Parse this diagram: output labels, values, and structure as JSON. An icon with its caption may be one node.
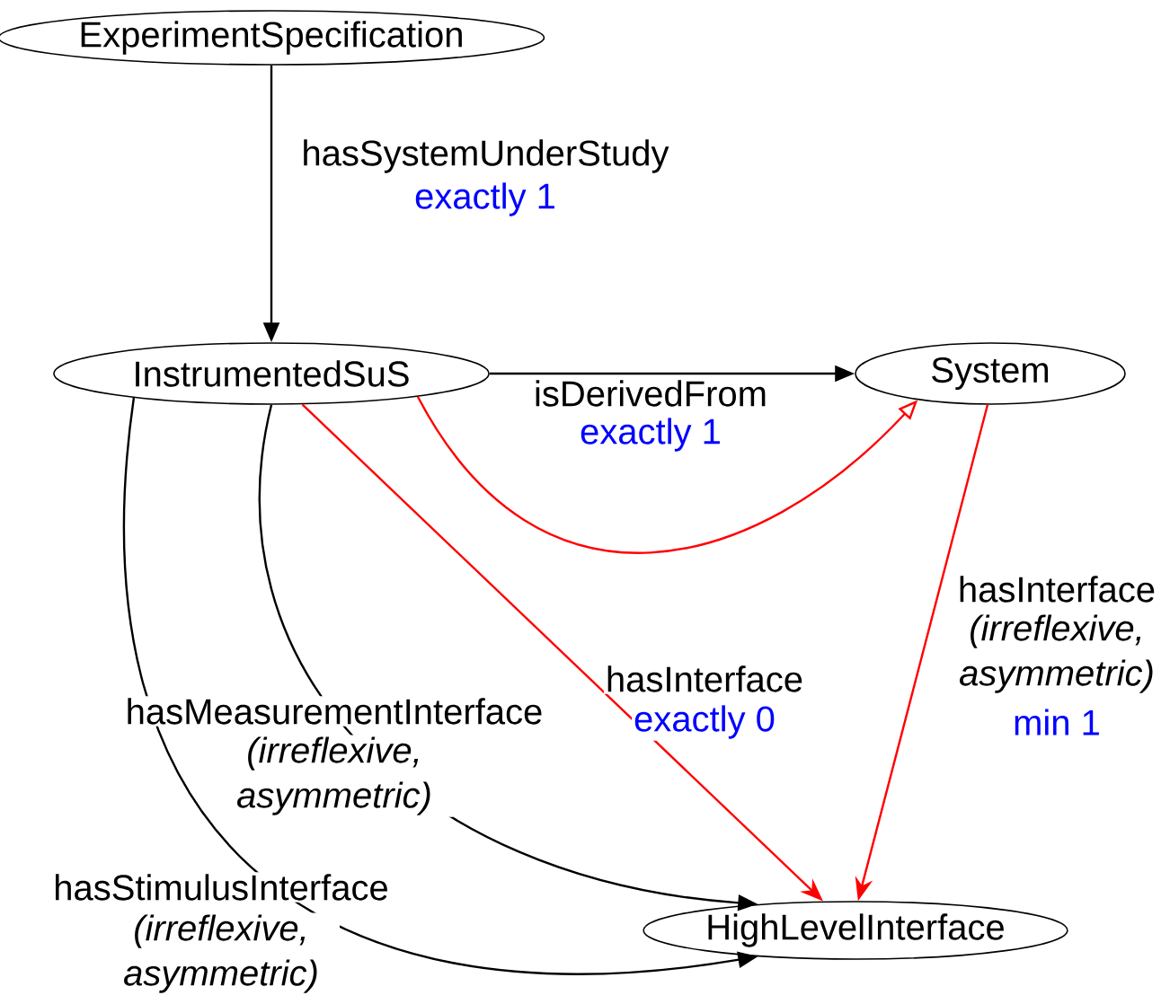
{
  "diagram": {
    "nodes": [
      {
        "text": [
          "ExperimentSpecification"
        ]
      },
      {
        "text": [
          "InstrumentedSuS"
        ]
      },
      {
        "text": [
          "System"
        ]
      },
      {
        "text": [
          "HighLevelInterface"
        ]
      }
    ],
    "edges": [
      {
        "from": 0,
        "to": 1,
        "arrow": "to",
        "label": "hasSystemUnderStudy"
      },
      {
        "from": 1,
        "to": 2,
        "arrow": "to",
        "label": "isDerivedFrom"
      },
      {
        "from": 1,
        "to": 2,
        "arrow": "to",
        "color": "#ff0000"
      },
      {
        "from": 1,
        "to": 3,
        "arrow": "to",
        "color": "#ff0000",
        "label": "hasInterface"
      },
      {
        "from": 2,
        "to": 3,
        "arrow": "to",
        "color": "#ff0000",
        "label": "hasInterface"
      },
      {
        "from": 1,
        "to": 3,
        "arrow": "to",
        "label": "hasMeasurementInterface"
      },
      {
        "from": 1,
        "to": 3,
        "arrow": "to",
        "label": "hasStimulusInterface"
      }
    ],
    "labels": [
      "exactly 1",
      "exactly 1",
      "(irreflexive, asymmetric)",
      "exactly 0",
      "min 1",
      "(irreflexive, asymmetric)",
      "(irreflexive, asymmetric)"
    ]
  }
}
